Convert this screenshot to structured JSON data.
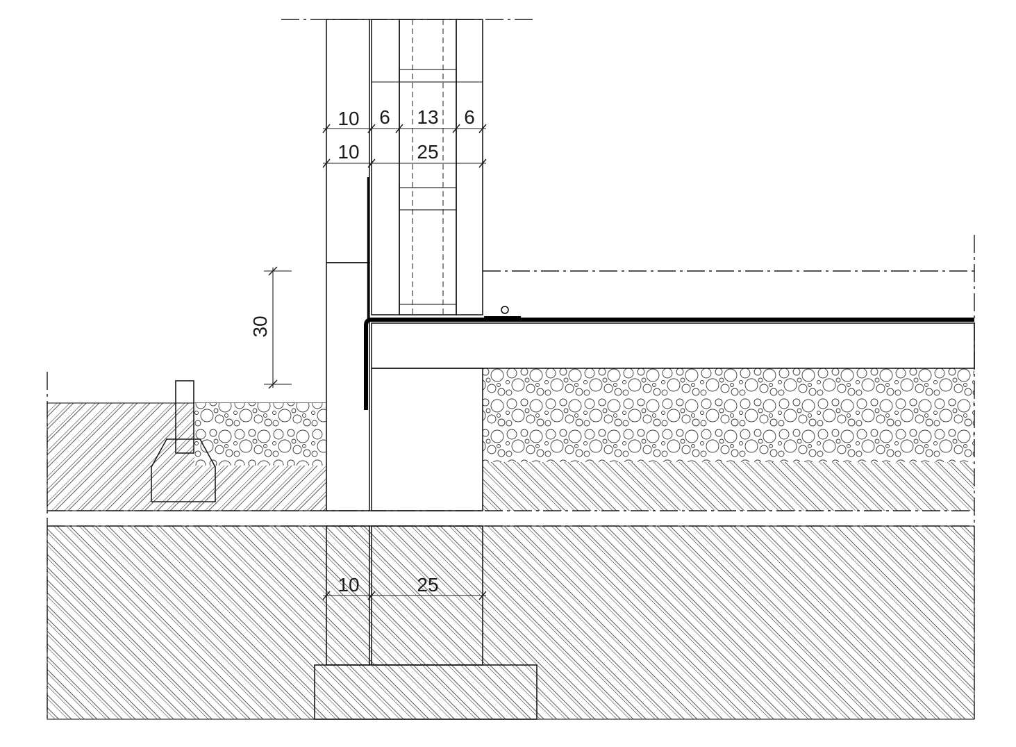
{
  "dimensions": {
    "wall_top_row": [
      "10",
      "6",
      "13",
      "6"
    ],
    "wall_second_row": [
      "10",
      "25"
    ],
    "plinth_height": "30",
    "foundation_row": [
      "10",
      "25"
    ]
  }
}
